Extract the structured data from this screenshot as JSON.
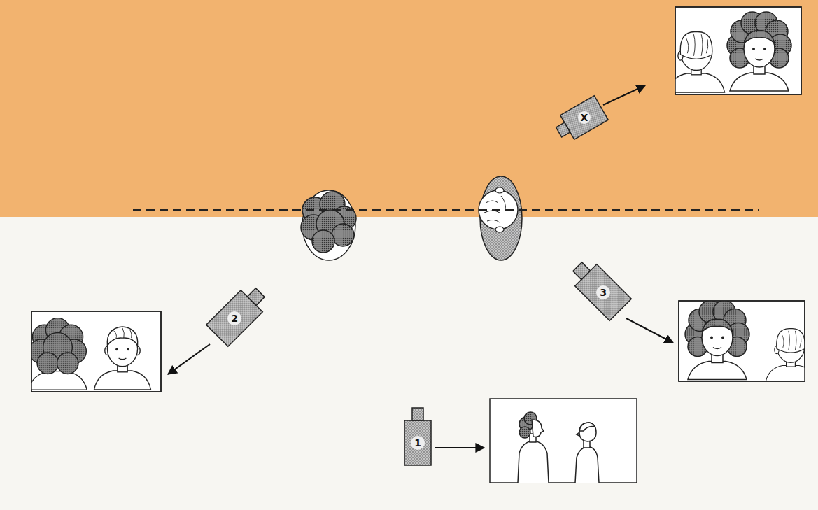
{
  "diagram": {
    "labels": [
      "X",
      "2",
      "3",
      "1"
    ]
  }
}
